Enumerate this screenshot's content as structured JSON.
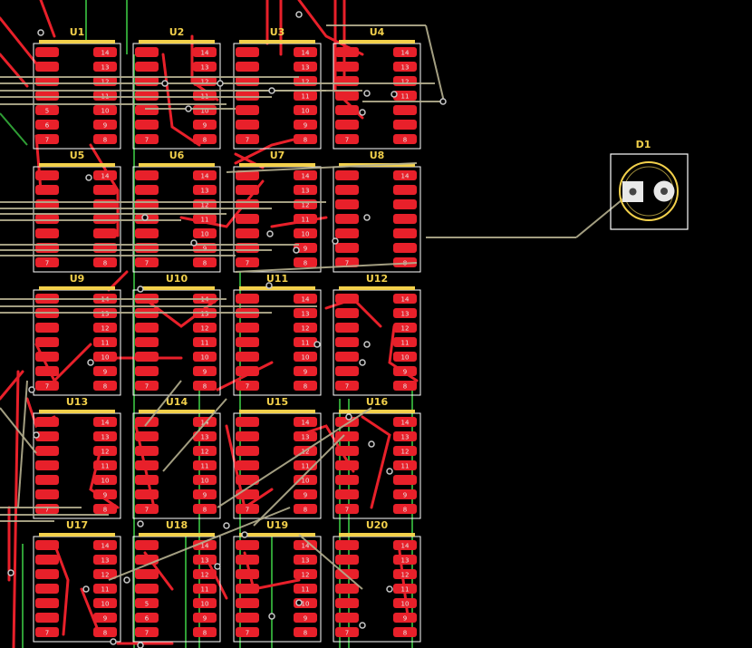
{
  "board": {
    "colors": {
      "background": "#000000",
      "copper_top": "#e8202a",
      "copper_bottom": "#2f9e35",
      "silkscreen": "#ffffff",
      "ratsnest": "#b5b08f",
      "refdes": "#f2d04b",
      "via": "#c8c8c8"
    },
    "chips": [
      {
        "ref": "U1",
        "col": 0,
        "row": 0,
        "left_pins": [
          "",
          "",
          "",
          "",
          "5",
          "6",
          "7"
        ],
        "right_pins": [
          "14",
          "13",
          "12",
          "11",
          "10",
          "9",
          "8"
        ]
      },
      {
        "ref": "U2",
        "col": 1,
        "row": 0,
        "left_pins": [
          "",
          "",
          "",
          "",
          "",
          "",
          "7"
        ],
        "right_pins": [
          "14",
          "13",
          "12",
          "11",
          "10",
          "9",
          "8"
        ]
      },
      {
        "ref": "U3",
        "col": 2,
        "row": 0,
        "left_pins": [
          "",
          "",
          "",
          "",
          "",
          "",
          "7"
        ],
        "right_pins": [
          "14",
          "13",
          "12",
          "11",
          "10",
          "9",
          "8"
        ]
      },
      {
        "ref": "U4",
        "col": 3,
        "row": 0,
        "left_pins": [
          "",
          "",
          "",
          "",
          "",
          "",
          "7"
        ],
        "right_pins": [
          "14",
          "13",
          "12",
          "11",
          "",
          "",
          "8"
        ]
      },
      {
        "ref": "U5",
        "col": 0,
        "row": 1,
        "left_pins": [
          "",
          "",
          "",
          "",
          "",
          "",
          "7"
        ],
        "right_pins": [
          "14",
          "",
          "",
          "",
          "",
          "",
          "8"
        ]
      },
      {
        "ref": "U6",
        "col": 1,
        "row": 1,
        "left_pins": [
          "",
          "",
          "",
          "",
          "",
          "",
          "7"
        ],
        "right_pins": [
          "14",
          "13",
          "12",
          "11",
          "10",
          "9",
          "8"
        ]
      },
      {
        "ref": "U7",
        "col": 2,
        "row": 1,
        "left_pins": [
          "",
          "",
          "",
          "",
          "",
          "",
          "7"
        ],
        "right_pins": [
          "14",
          "13",
          "12",
          "11",
          "10",
          "9",
          "8"
        ]
      },
      {
        "ref": "U8",
        "col": 3,
        "row": 1,
        "left_pins": [
          "",
          "",
          "",
          "",
          "",
          "",
          "7"
        ],
        "right_pins": [
          "14",
          "",
          "",
          "",
          "",
          "",
          "8"
        ]
      },
      {
        "ref": "U9",
        "col": 0,
        "row": 2,
        "left_pins": [
          "",
          "",
          "",
          "",
          "",
          "",
          "7"
        ],
        "right_pins": [
          "14",
          "13",
          "12",
          "11",
          "10",
          "9",
          "8"
        ]
      },
      {
        "ref": "U10",
        "col": 1,
        "row": 2,
        "left_pins": [
          "",
          "",
          "",
          "",
          "",
          "",
          "7"
        ],
        "right_pins": [
          "14",
          "13",
          "12",
          "11",
          "10",
          "9",
          "8"
        ]
      },
      {
        "ref": "U11",
        "col": 2,
        "row": 2,
        "left_pins": [
          "",
          "",
          "",
          "",
          "",
          "",
          "7"
        ],
        "right_pins": [
          "14",
          "13",
          "12",
          "11",
          "10",
          "9",
          "8"
        ]
      },
      {
        "ref": "U12",
        "col": 3,
        "row": 2,
        "left_pins": [
          "",
          "",
          "",
          "",
          "",
          "",
          "7"
        ],
        "right_pins": [
          "14",
          "13",
          "12",
          "11",
          "10",
          "9",
          "8"
        ]
      },
      {
        "ref": "U13",
        "col": 0,
        "row": 3,
        "left_pins": [
          "",
          "",
          "",
          "",
          "",
          "",
          "7"
        ],
        "right_pins": [
          "14",
          "13",
          "12",
          "11",
          "10",
          "9",
          "8"
        ]
      },
      {
        "ref": "U14",
        "col": 1,
        "row": 3,
        "left_pins": [
          "",
          "",
          "",
          "",
          "",
          "",
          "7"
        ],
        "right_pins": [
          "14",
          "13",
          "12",
          "11",
          "10",
          "9",
          "8"
        ]
      },
      {
        "ref": "U15",
        "col": 2,
        "row": 3,
        "left_pins": [
          "",
          "",
          "",
          "",
          "",
          "",
          "7"
        ],
        "right_pins": [
          "14",
          "13",
          "12",
          "11",
          "10",
          "9",
          "8"
        ]
      },
      {
        "ref": "U16",
        "col": 3,
        "row": 3,
        "left_pins": [
          "",
          "",
          "",
          "",
          "",
          "",
          "7"
        ],
        "right_pins": [
          "14",
          "13",
          "12",
          "11",
          "",
          "9",
          "8"
        ]
      },
      {
        "ref": "U17",
        "col": 0,
        "row": 4,
        "left_pins": [
          "",
          "",
          "",
          "",
          "",
          "",
          "7"
        ],
        "right_pins": [
          "14",
          "13",
          "12",
          "11",
          "10",
          "9",
          "8"
        ]
      },
      {
        "ref": "U18",
        "col": 1,
        "row": 4,
        "left_pins": [
          "",
          "",
          "",
          "",
          "5",
          "6",
          "7"
        ],
        "right_pins": [
          "14",
          "13",
          "12",
          "11",
          "10",
          "9",
          "8"
        ]
      },
      {
        "ref": "U19",
        "col": 2,
        "row": 4,
        "left_pins": [
          "",
          "",
          "",
          "",
          "",
          "",
          "7"
        ],
        "right_pins": [
          "14",
          "13",
          "12",
          "11",
          "10",
          "9",
          "8"
        ]
      },
      {
        "ref": "U20",
        "col": 3,
        "row": 4,
        "left_pins": [
          "",
          "",
          "",
          "",
          "",
          "",
          "7"
        ],
        "right_pins": [
          "14",
          "13",
          "12",
          "11",
          "10",
          "9",
          "8"
        ]
      }
    ],
    "led": {
      "ref": "D1"
    }
  }
}
